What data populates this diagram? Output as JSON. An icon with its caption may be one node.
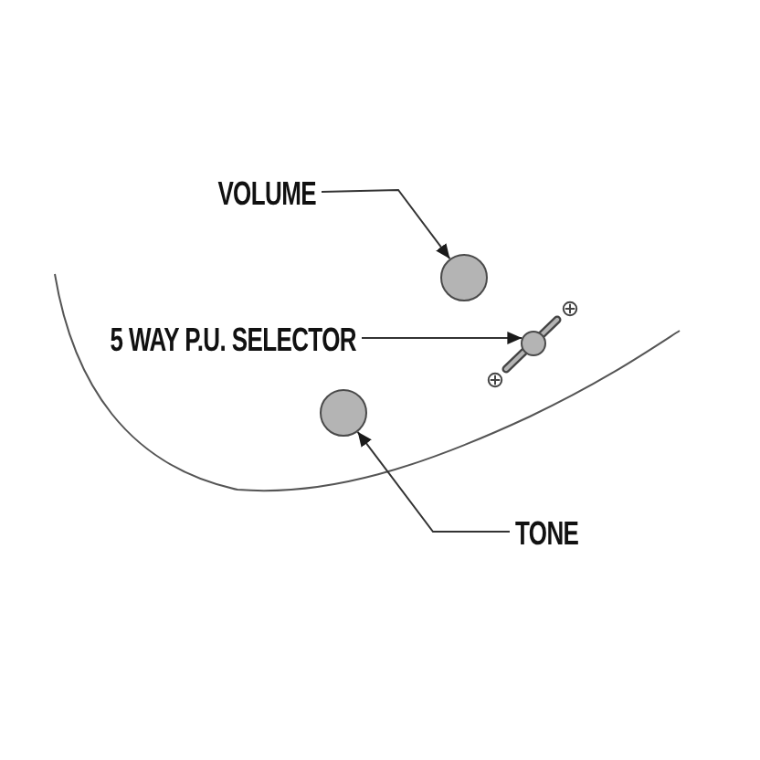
{
  "diagram": {
    "nodes": [
      {
        "text": [
          "VOLUME"
        ]
      },
      {
        "text": [],
        "shape": "circle"
      },
      {
        "text": [
          "5 WAY P.U. SELECTOR"
        ]
      },
      {
        "text": [],
        "shape": "circle"
      },
      {
        "text": [
          "TONE"
        ]
      },
      {
        "text": [],
        "shape": "circle"
      }
    ],
    "edges": [
      {
        "from": 0,
        "to": 1,
        "arrow": "to"
      },
      {
        "from": 2,
        "to": 3,
        "arrow": "to"
      },
      {
        "from": 4,
        "to": 5,
        "arrow": "to"
      }
    ]
  }
}
